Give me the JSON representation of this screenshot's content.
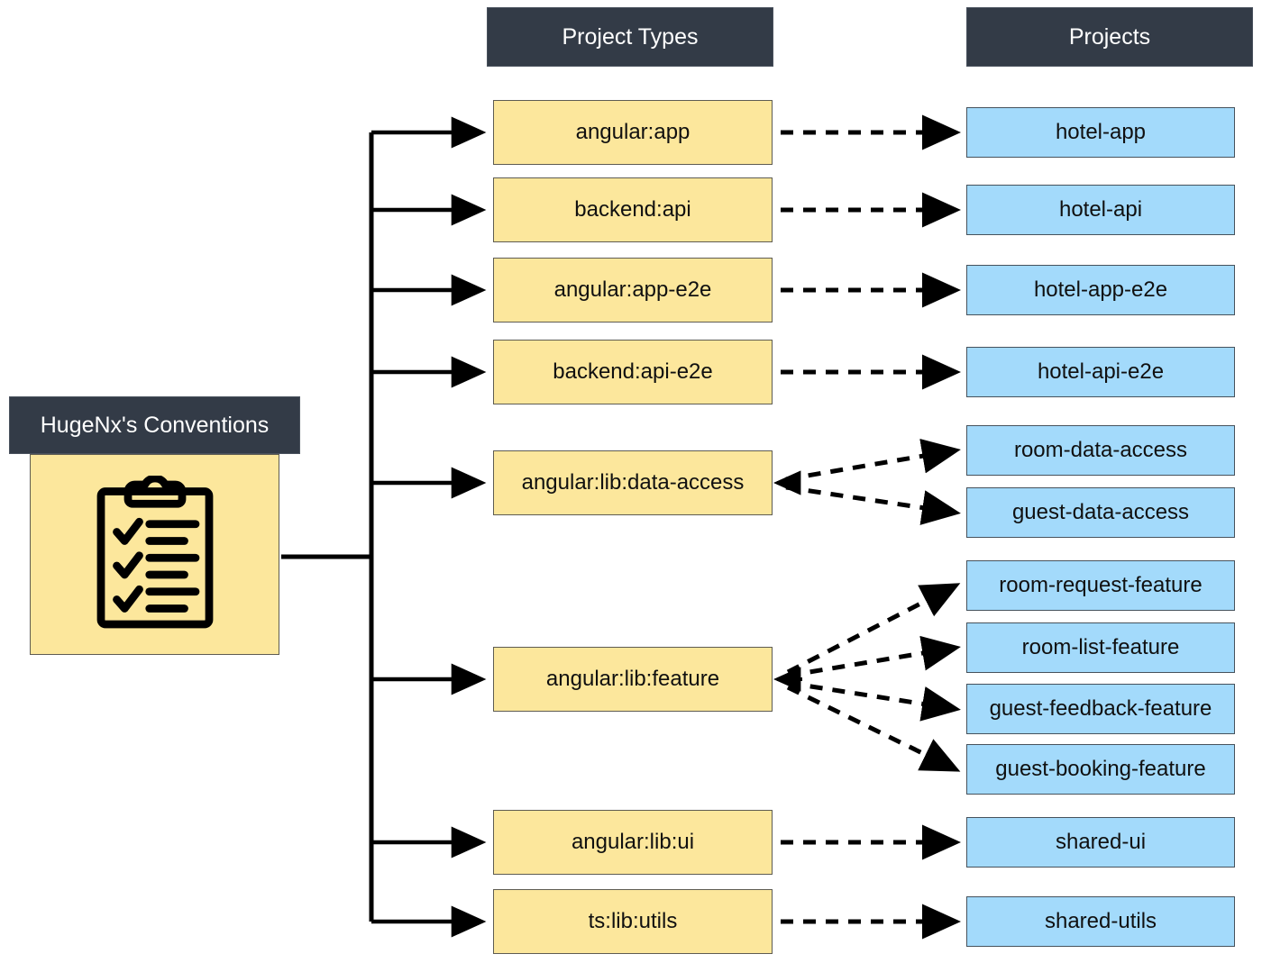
{
  "diagram": {
    "title_bar_color": "#333B47",
    "type_box_color": "#FCE79C",
    "project_box_color": "#A3DAFB",
    "edge_color": "#000000",
    "root": {
      "header_label": "HugeNx's Conventions",
      "icon": "clipboard-checklist-icon"
    },
    "headers": [
      {
        "label": "Project Types"
      },
      {
        "label": "Projects"
      }
    ],
    "project_types": [
      {
        "id": "angular-app",
        "label": "angular:app"
      },
      {
        "id": "backend-api",
        "label": "backend:api"
      },
      {
        "id": "angular-app-e2e",
        "label": "angular:app-e2e"
      },
      {
        "id": "backend-api-e2e",
        "label": "backend:api-e2e"
      },
      {
        "id": "angular-lib-data-access",
        "label": "angular:lib:data-access"
      },
      {
        "id": "angular-lib-feature",
        "label": "angular:lib:feature"
      },
      {
        "id": "angular-lib-ui",
        "label": "angular:lib:ui"
      },
      {
        "id": "ts-lib-utils",
        "label": "ts:lib:utils"
      }
    ],
    "projects": [
      {
        "id": "hotel-app",
        "label": "hotel-app",
        "type": "angular-app"
      },
      {
        "id": "hotel-api",
        "label": "hotel-api",
        "type": "backend-api"
      },
      {
        "id": "hotel-app-e2e",
        "label": "hotel-app-e2e",
        "type": "angular-app-e2e"
      },
      {
        "id": "hotel-api-e2e",
        "label": "hotel-api-e2e",
        "type": "backend-api-e2e"
      },
      {
        "id": "room-data-access",
        "label": "room-data-access",
        "type": "angular-lib-data-access"
      },
      {
        "id": "guest-data-access",
        "label": "guest-data-access",
        "type": "angular-lib-data-access"
      },
      {
        "id": "room-request-feature",
        "label": "room-request-feature",
        "type": "angular-lib-feature"
      },
      {
        "id": "room-list-feature",
        "label": "room-list-feature",
        "type": "angular-lib-feature"
      },
      {
        "id": "guest-feedback-feature",
        "label": "guest-feedback-feature",
        "type": "angular-lib-feature"
      },
      {
        "id": "guest-booking-feature",
        "label": "guest-booking-feature",
        "type": "angular-lib-feature"
      },
      {
        "id": "shared-ui",
        "label": "shared-ui",
        "type": "angular-lib-ui"
      },
      {
        "id": "shared-utils",
        "label": "shared-utils",
        "type": "ts-lib-utils"
      }
    ]
  }
}
